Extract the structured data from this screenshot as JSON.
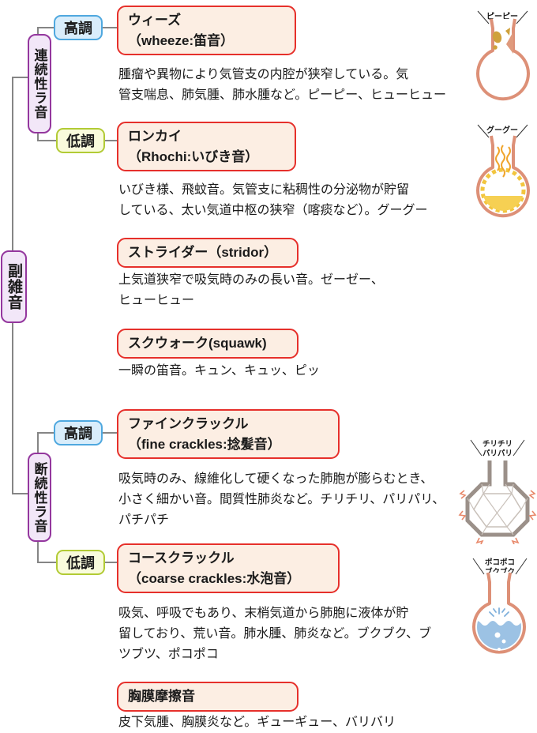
{
  "root": {
    "label": "副雑音"
  },
  "continuous": {
    "label": "連続性ラ音",
    "high": "高調",
    "low": "低調"
  },
  "discontinuous": {
    "label": "断続性ラ音",
    "high": "高調",
    "low": "低調"
  },
  "sounds": {
    "wheeze": {
      "title": "ウィーズ\n（wheeze:笛音）",
      "desc": "腫瘤や異物により気管支の内腔が狭窄している。気\n管支喘息、肺気腫、肺水腫など。ピーピー、ヒューヒュー"
    },
    "rhonchi": {
      "title": "ロンカイ\n（Rhochi:いびき音）",
      "desc": "いびき様、飛蚊音。気管支に粘稠性の分泌物が貯留\nしている、太い気道中枢の狭窄（喀痰など）。グーグー"
    },
    "stridor": {
      "title": "ストライダー（stridor）",
      "desc": "上気道狭窄で吸気時のみの長い音。ゼーゼー、\nヒューヒュー"
    },
    "squawk": {
      "title": "スクウォーク(squawk)",
      "desc": "一瞬の笛音。キュン、キュッ、ピッ"
    },
    "fine": {
      "title": "ファインクラックル\n（fine crackles:捻髪音）",
      "desc": "吸気時のみ、線維化して硬くなった肺胞が膨らむとき、\n小さく細かい音。間質性肺炎など。チリチリ、パリパリ、\nパチパチ"
    },
    "coarse": {
      "title": "コースクラックル\n（coarse crackles:水泡音）",
      "desc": "吸気、呼吸でもあり、末梢気道から肺胞に液体が貯\n留しており、荒い音。肺水腫、肺炎など。ブクブク、ブ\nツブツ、ポコポコ"
    },
    "pleural": {
      "title": "胸膜摩擦音",
      "desc": "皮下気腫、胸膜炎など。ギューギュー、バリバリ"
    }
  },
  "illustrations": {
    "wheeze": {
      "label": "ピーピー"
    },
    "rhonchi": {
      "label": "グーグー"
    },
    "fine": {
      "label1": "チリチリ",
      "label2": "パリパリ"
    },
    "coarse": {
      "label1": "ポコポコ",
      "label2": "ブクブク"
    }
  },
  "colors": {
    "red_border": "#e6302b",
    "red_fill": "#fceee3",
    "purple_border": "#94379e",
    "purple_fill": "#f2e7f8",
    "blue_border": "#4fa8df",
    "blue_fill": "#d9edfb",
    "green_border": "#b2cb35",
    "green_fill": "#f9fbdc",
    "connector": "#858585",
    "flask_outline": "#dd9077",
    "mucus_yellow": "#f2c53e",
    "obstruction_tan": "#cfa13b",
    "hardened_gray": "#9b9089",
    "water_blue": "#9cc2e4",
    "crackle_orange": "#e8886a"
  }
}
